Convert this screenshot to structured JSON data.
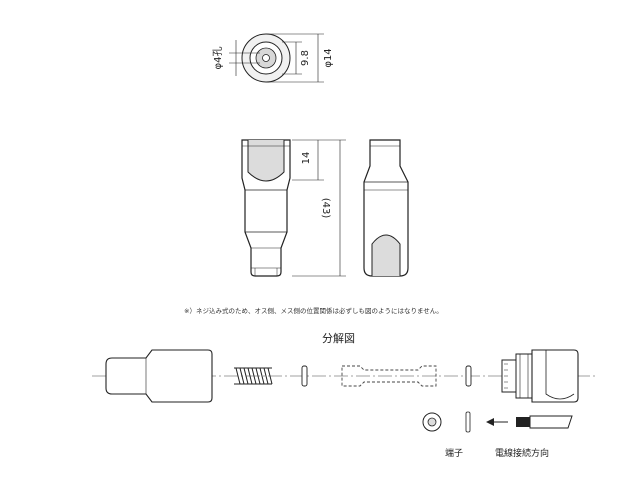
{
  "dimensions": {
    "hole": "φ4孔",
    "inner_dia": "9.8",
    "outer_dia": "φ14",
    "head_length": "14",
    "total_length": "(43)"
  },
  "note": "※）ネジ込み式のため、オス側、メス側の位置関係は必ずしも図のようにはなりません。",
  "exploded_title": "分解図",
  "labels": {
    "terminal": "端子",
    "wire_direction": "電線接続方向"
  }
}
